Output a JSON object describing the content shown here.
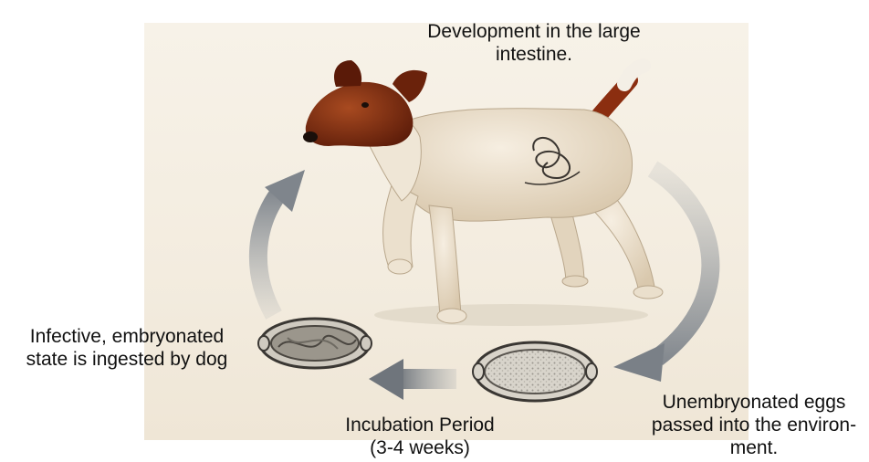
{
  "labels": {
    "development": "Development in the large\nintestine.",
    "infective": "Infective, embryonated\nstate is ingested by dog",
    "incubation": "Incubation Period\n(3-4 weeks)",
    "unembryonated": "Unembryonated eggs\npassed into the environ-\nment."
  },
  "colors": {
    "arrow": "#8e9299",
    "dog_head": "#7a2a10",
    "dog_body": "#e9dcc8",
    "egg_shell": "#cfcac0",
    "panel": "#f5efe3"
  },
  "icons": [
    "dog-illustration",
    "worm-icon",
    "egg-embryonated-icon",
    "egg-unembryonated-icon",
    "cycle-arrow-icon"
  ]
}
